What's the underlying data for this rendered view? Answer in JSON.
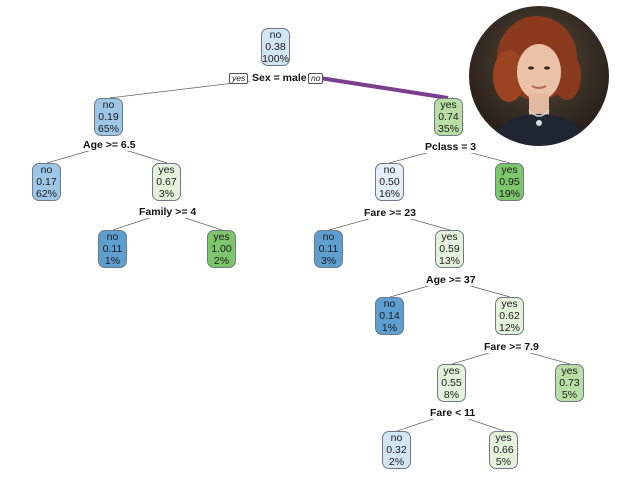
{
  "colors": {
    "no_dark": "#5d9fd0",
    "no_mid": "#9ec6e6",
    "no_light": "#d3e4f3",
    "yes_light": "#e4f2dc",
    "yes_mid": "#b9dfa6",
    "yes_dark": "#7ec66c",
    "highlight_path": "#7a3e8e",
    "edge": "#666666"
  },
  "root": {
    "cls": "no",
    "prob": "0.38",
    "pct": "100%"
  },
  "root_split": {
    "text": "Sex = male",
    "yes_tag": "yes",
    "no_tag": "no"
  },
  "nodes": {
    "n2": {
      "cls": "no",
      "prob": "0.19",
      "pct": "65%"
    },
    "n3": {
      "cls": "yes",
      "prob": "0.74",
      "pct": "35%"
    },
    "n4": {
      "cls": "no",
      "prob": "0.17",
      "pct": "62%"
    },
    "n5": {
      "cls": "yes",
      "prob": "0.67",
      "pct": "3%"
    },
    "n6": {
      "cls": "no",
      "prob": "0.50",
      "pct": "16%"
    },
    "n7": {
      "cls": "yes",
      "prob": "0.95",
      "pct": "19%"
    },
    "n10": {
      "cls": "no",
      "prob": "0.11",
      "pct": "1%"
    },
    "n11": {
      "cls": "yes",
      "prob": "1.00",
      "pct": "2%"
    },
    "n12": {
      "cls": "no",
      "prob": "0.11",
      "pct": "3%"
    },
    "n13": {
      "cls": "yes",
      "prob": "0.59",
      "pct": "13%"
    },
    "n26": {
      "cls": "no",
      "prob": "0.14",
      "pct": "1%"
    },
    "n27": {
      "cls": "yes",
      "prob": "0.62",
      "pct": "12%"
    },
    "n54": {
      "cls": "yes",
      "prob": "0.55",
      "pct": "8%"
    },
    "n55": {
      "cls": "yes",
      "prob": "0.73",
      "pct": "5%"
    },
    "n108": {
      "cls": "no",
      "prob": "0.32",
      "pct": "2%"
    },
    "n109": {
      "cls": "yes",
      "prob": "0.66",
      "pct": "5%"
    }
  },
  "splits": {
    "s2": "Age >= 6.5",
    "s3": "Pclass = 3",
    "s5": "Family >= 4",
    "s6": "Fare >= 23",
    "s13": "Age >= 37",
    "s27": "Fare >= 7.9",
    "s54": "Fare < 11"
  }
}
